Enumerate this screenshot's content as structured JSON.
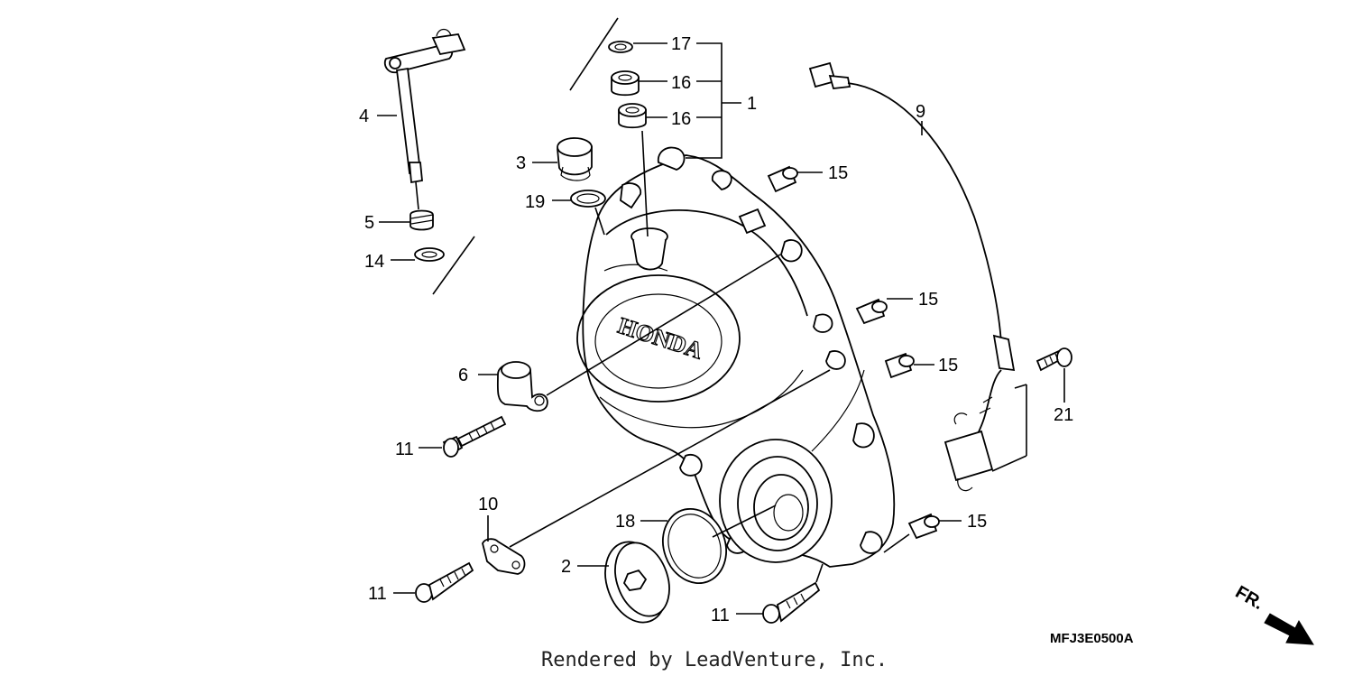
{
  "parts": [
    {
      "id": "p1",
      "label": "1"
    },
    {
      "id": "p2",
      "label": "2"
    },
    {
      "id": "p3",
      "label": "3"
    },
    {
      "id": "p4",
      "label": "4"
    },
    {
      "id": "p5",
      "label": "5"
    },
    {
      "id": "p6",
      "label": "6"
    },
    {
      "id": "p9",
      "label": "9"
    },
    {
      "id": "p10",
      "label": "10"
    },
    {
      "id": "p11a",
      "label": "11"
    },
    {
      "id": "p11b",
      "label": "11"
    },
    {
      "id": "p11c",
      "label": "11"
    },
    {
      "id": "p14",
      "label": "14"
    },
    {
      "id": "p15a",
      "label": "15"
    },
    {
      "id": "p15b",
      "label": "15"
    },
    {
      "id": "p15c",
      "label": "15"
    },
    {
      "id": "p15d",
      "label": "15"
    },
    {
      "id": "p16a",
      "label": "16"
    },
    {
      "id": "p16b",
      "label": "16"
    },
    {
      "id": "p17",
      "label": "17"
    },
    {
      "id": "p18",
      "label": "18"
    },
    {
      "id": "p19",
      "label": "19"
    },
    {
      "id": "p21",
      "label": "21"
    }
  ],
  "cover_logo": "HONDA",
  "diagram_code": "MFJ3E0500A",
  "direction_indicator": "FR.",
  "credit": "Rendered by LeadVenture, Inc."
}
